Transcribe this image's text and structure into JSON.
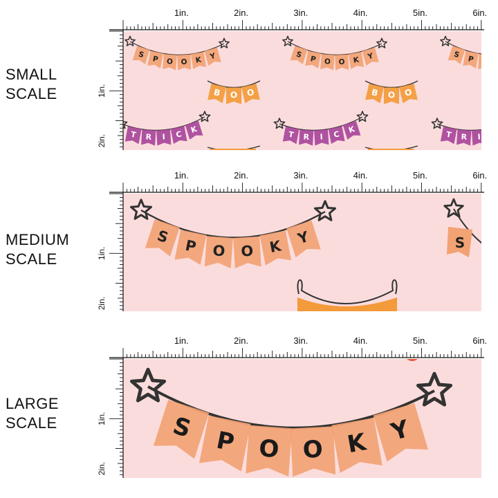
{
  "sections": [
    {
      "label_line1": "SMALL",
      "label_line2": "SCALE"
    },
    {
      "label_line1": "MEDIUM",
      "label_line2": "SCALE"
    },
    {
      "label_line1": "LARGE",
      "label_line2": "SCALE"
    }
  ],
  "ruler": {
    "top_labels": [
      "1in.",
      "2in.",
      "3in.",
      "4in.",
      "5in.",
      "6in."
    ],
    "side_labels": [
      "1in.",
      "2in."
    ]
  },
  "banners": {
    "spooky": [
      "S",
      "P",
      "O",
      "O",
      "K",
      "Y"
    ],
    "boo": [
      "B",
      "O",
      "O"
    ],
    "trick": [
      "T",
      "R",
      "I",
      "C",
      "K"
    ]
  },
  "colors": {
    "fabric_background": "#fbdcdc",
    "spooky_flag": "#f2a273",
    "boo_flag": "#f39a3a",
    "trick_flag": "#a8459a",
    "string": "#333333"
  }
}
